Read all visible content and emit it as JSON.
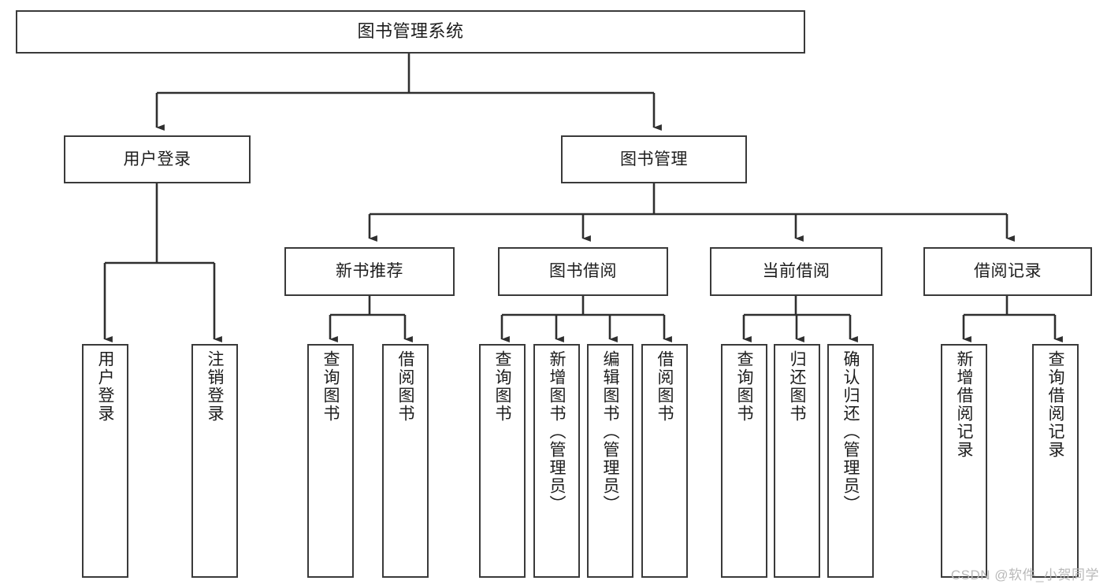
{
  "diagram": {
    "title": "图书管理系统",
    "type": "hierarchy-tree",
    "watermark": "CSDN @软件_小贺同学",
    "colors": {
      "background": "#ffffff",
      "box_border": "#3a3a3a",
      "box_fill": "#ffffff",
      "connector": "#2f2f2f",
      "text": "#1d1d1d",
      "watermark": "#b9b9b9"
    },
    "levels": {
      "level1": [
        "图书管理系统"
      ],
      "level2": [
        "用户登录",
        "图书管理"
      ],
      "level3": [
        "新书推荐",
        "图书借阅",
        "当前借阅",
        "借阅记录"
      ]
    },
    "nodes": {
      "root": {
        "label": "图书管理系统"
      },
      "user_login": {
        "label": "用户登录"
      },
      "book_manage": {
        "label": "图书管理"
      },
      "new_book_rec": {
        "label": "新书推荐"
      },
      "book_borrow": {
        "label": "图书借阅"
      },
      "current_borrow": {
        "label": "当前借阅"
      },
      "borrow_record": {
        "label": "借阅记录"
      }
    },
    "leaves": {
      "user_login": [
        {
          "label": "用户登录"
        },
        {
          "label": "注销登录"
        }
      ],
      "new_book_rec": [
        {
          "label": "查询图书"
        },
        {
          "label": "借阅图书"
        }
      ],
      "book_borrow": [
        {
          "label": "查询图书"
        },
        {
          "label": "新增图书（管理员）"
        },
        {
          "label": "编辑图书（管理员）"
        },
        {
          "label": "借阅图书"
        }
      ],
      "current_borrow": [
        {
          "label": "查询图书"
        },
        {
          "label": "归还图书"
        },
        {
          "label": "确认归还（管理员）"
        }
      ],
      "borrow_record": [
        {
          "label": "新增借阅记录"
        },
        {
          "label": "查询借阅记录"
        }
      ]
    }
  }
}
